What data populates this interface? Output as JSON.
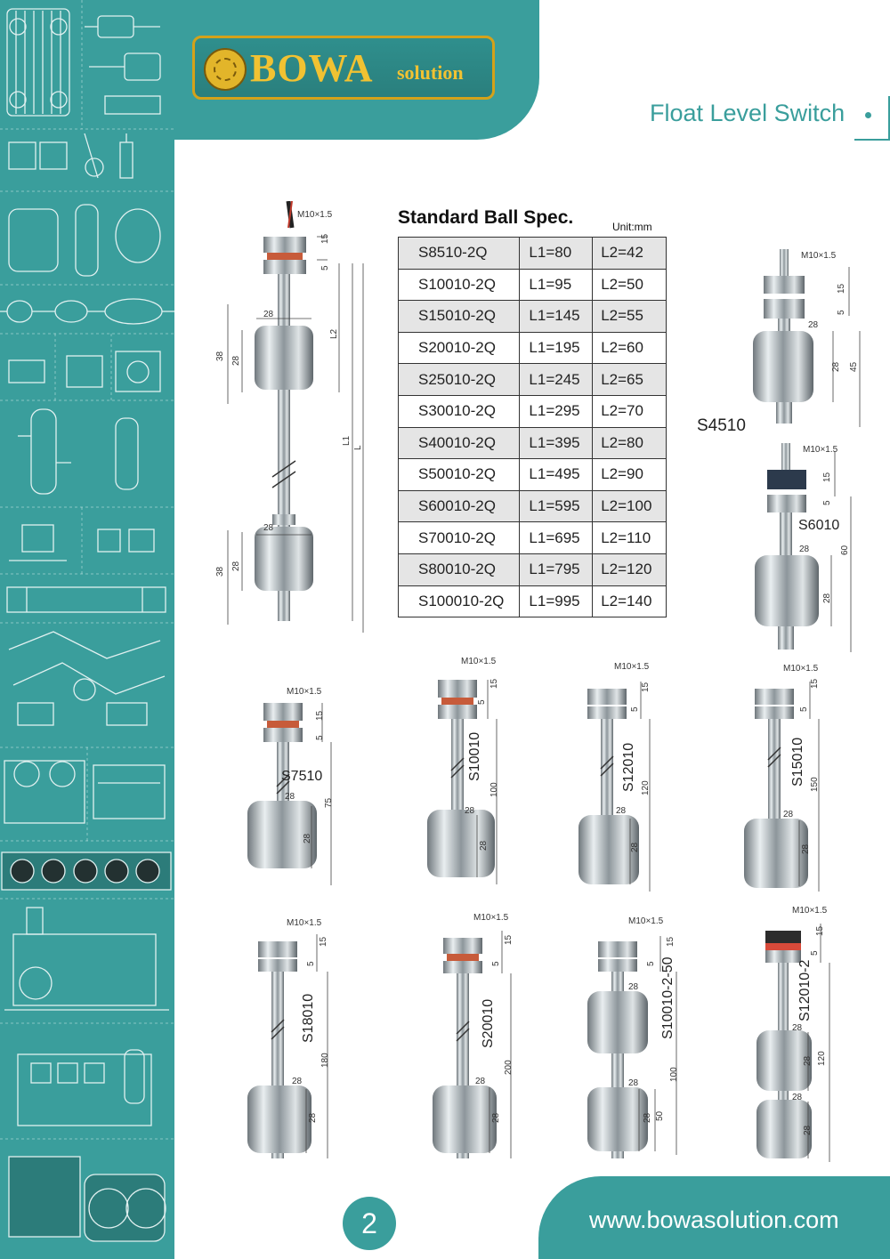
{
  "brand": {
    "name": "BOWA",
    "suffix": "solution"
  },
  "page_title": "Float Level Switch",
  "spec": {
    "title": "Standard Ball Spec.",
    "unit": "Unit:mm",
    "rows": [
      {
        "model": "S8510-2Q",
        "l1": "L1=80",
        "l2": "L2=42"
      },
      {
        "model": "S10010-2Q",
        "l1": "L1=95",
        "l2": "L2=50"
      },
      {
        "model": "S15010-2Q",
        "l1": "L1=145",
        "l2": "L2=55"
      },
      {
        "model": "S20010-2Q",
        "l1": "L1=195",
        "l2": "L2=60"
      },
      {
        "model": "S25010-2Q",
        "l1": "L1=245",
        "l2": "L2=65"
      },
      {
        "model": "S30010-2Q",
        "l1": "L1=295",
        "l2": "L2=70"
      },
      {
        "model": "S40010-2Q",
        "l1": "L1=395",
        "l2": "L2=80"
      },
      {
        "model": "S50010-2Q",
        "l1": "L1=495",
        "l2": "L2=90"
      },
      {
        "model": "S60010-2Q",
        "l1": "L1=595",
        "l2": "L2=100"
      },
      {
        "model": "S70010-2Q",
        "l1": "L1=695",
        "l2": "L2=110"
      },
      {
        "model": "S80010-2Q",
        "l1": "L1=795",
        "l2": "L2=120"
      },
      {
        "model": "S100010-2Q",
        "l1": "L1=995",
        "l2": "L2=140"
      }
    ]
  },
  "thread": "M10×1.5",
  "main_drawing": {
    "d28": "28",
    "d38": "38",
    "d15": "15",
    "d5": "5",
    "l1": "L1",
    "l": "L",
    "l2": "L2"
  },
  "products": {
    "s4510": {
      "label": "S4510",
      "d15": "15",
      "d5": "5",
      "d28": "28",
      "d45": "45"
    },
    "s6010": {
      "label": "S6010",
      "d15": "15",
      "d5": "5",
      "d28": "28",
      "d60": "60"
    },
    "s7510": {
      "label": "S7510",
      "d15": "15",
      "d5": "5",
      "d28": "28",
      "d75": "75"
    },
    "s10010": {
      "label": "S10010",
      "d15": "15",
      "d5": "5",
      "d28": "28",
      "d100": "100"
    },
    "s12010": {
      "label": "S12010",
      "d15": "15",
      "d5": "5",
      "d28": "28",
      "d120": "120"
    },
    "s15010": {
      "label": "S15010",
      "d15": "15",
      "d5": "5",
      "d28": "28",
      "d150": "150"
    },
    "s18010": {
      "label": "S18010",
      "d15": "15",
      "d5": "5",
      "d28": "28",
      "d180": "180"
    },
    "s20010": {
      "label": "S20010",
      "d15": "15",
      "d5": "5",
      "d28": "28",
      "d200": "200"
    },
    "s10010_2_50": {
      "label": "S10010-2-50",
      "d15": "15",
      "d5": "5",
      "d28": "28",
      "d100": "100",
      "d50": "50"
    },
    "s12010_2": {
      "label": "S12010-2",
      "d15": "15",
      "d5": "5",
      "d28": "28",
      "d120": "120"
    }
  },
  "page_number": "2",
  "website": "www.bowasolution.com",
  "colors": {
    "teal": "#3a9e9c",
    "gold": "#d4a21a",
    "steel": "#9aa3a8"
  }
}
